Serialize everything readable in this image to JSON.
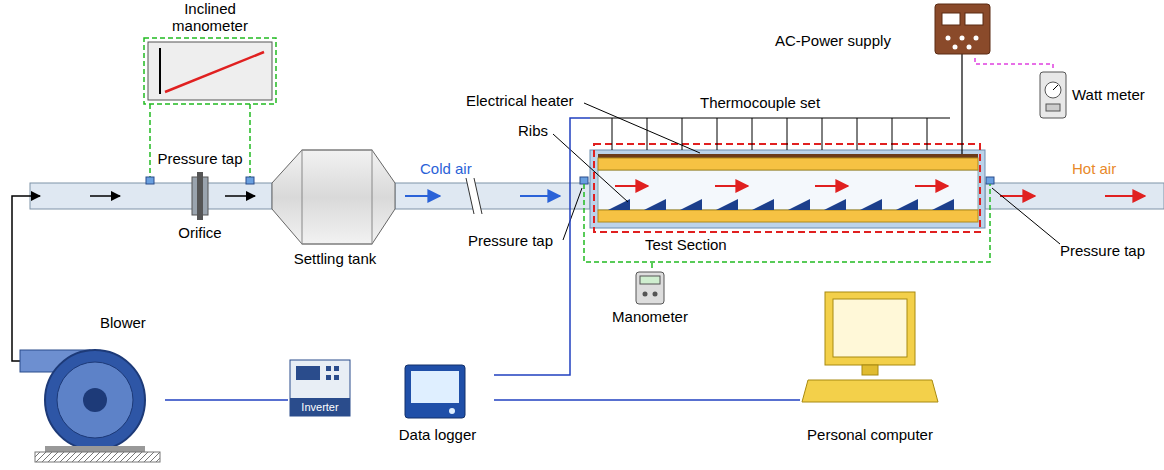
{
  "diagram": {
    "nodes": [
      {
        "text": [
          "Inclined manometer"
        ]
      },
      {
        "text": [
          "Settling tank"
        ]
      },
      {
        "text": [
          "AC-Power supply"
        ]
      },
      {
        "text": [
          "Watt meter"
        ]
      },
      {
        "text": [
          "Test Section"
        ]
      },
      {
        "text": [
          "Manometer"
        ]
      },
      {
        "text": [
          "Blower"
        ]
      },
      {
        "text": [
          "Inverter"
        ]
      },
      {
        "text": [
          "Data logger"
        ]
      },
      {
        "text": [
          "Personal computer"
        ]
      }
    ],
    "edges": [
      {
        "from": 7,
        "to": 6,
        "arrow": "none"
      },
      {
        "from": 8,
        "to": 4,
        "arrow": "none"
      },
      {
        "from": 8,
        "to": 9,
        "arrow": "none"
      },
      {
        "from": 5,
        "to": 4,
        "arrow": "none"
      },
      {
        "from": 2,
        "to": 3,
        "arrow": "none"
      }
    ],
    "labels": [
      "Pressure tap",
      "Orifice",
      "Cold air",
      "Electrical heater",
      "Ribs",
      "Thermocouple set",
      "Pressure tap",
      "Pressure tap",
      "Hot air"
    ]
  }
}
